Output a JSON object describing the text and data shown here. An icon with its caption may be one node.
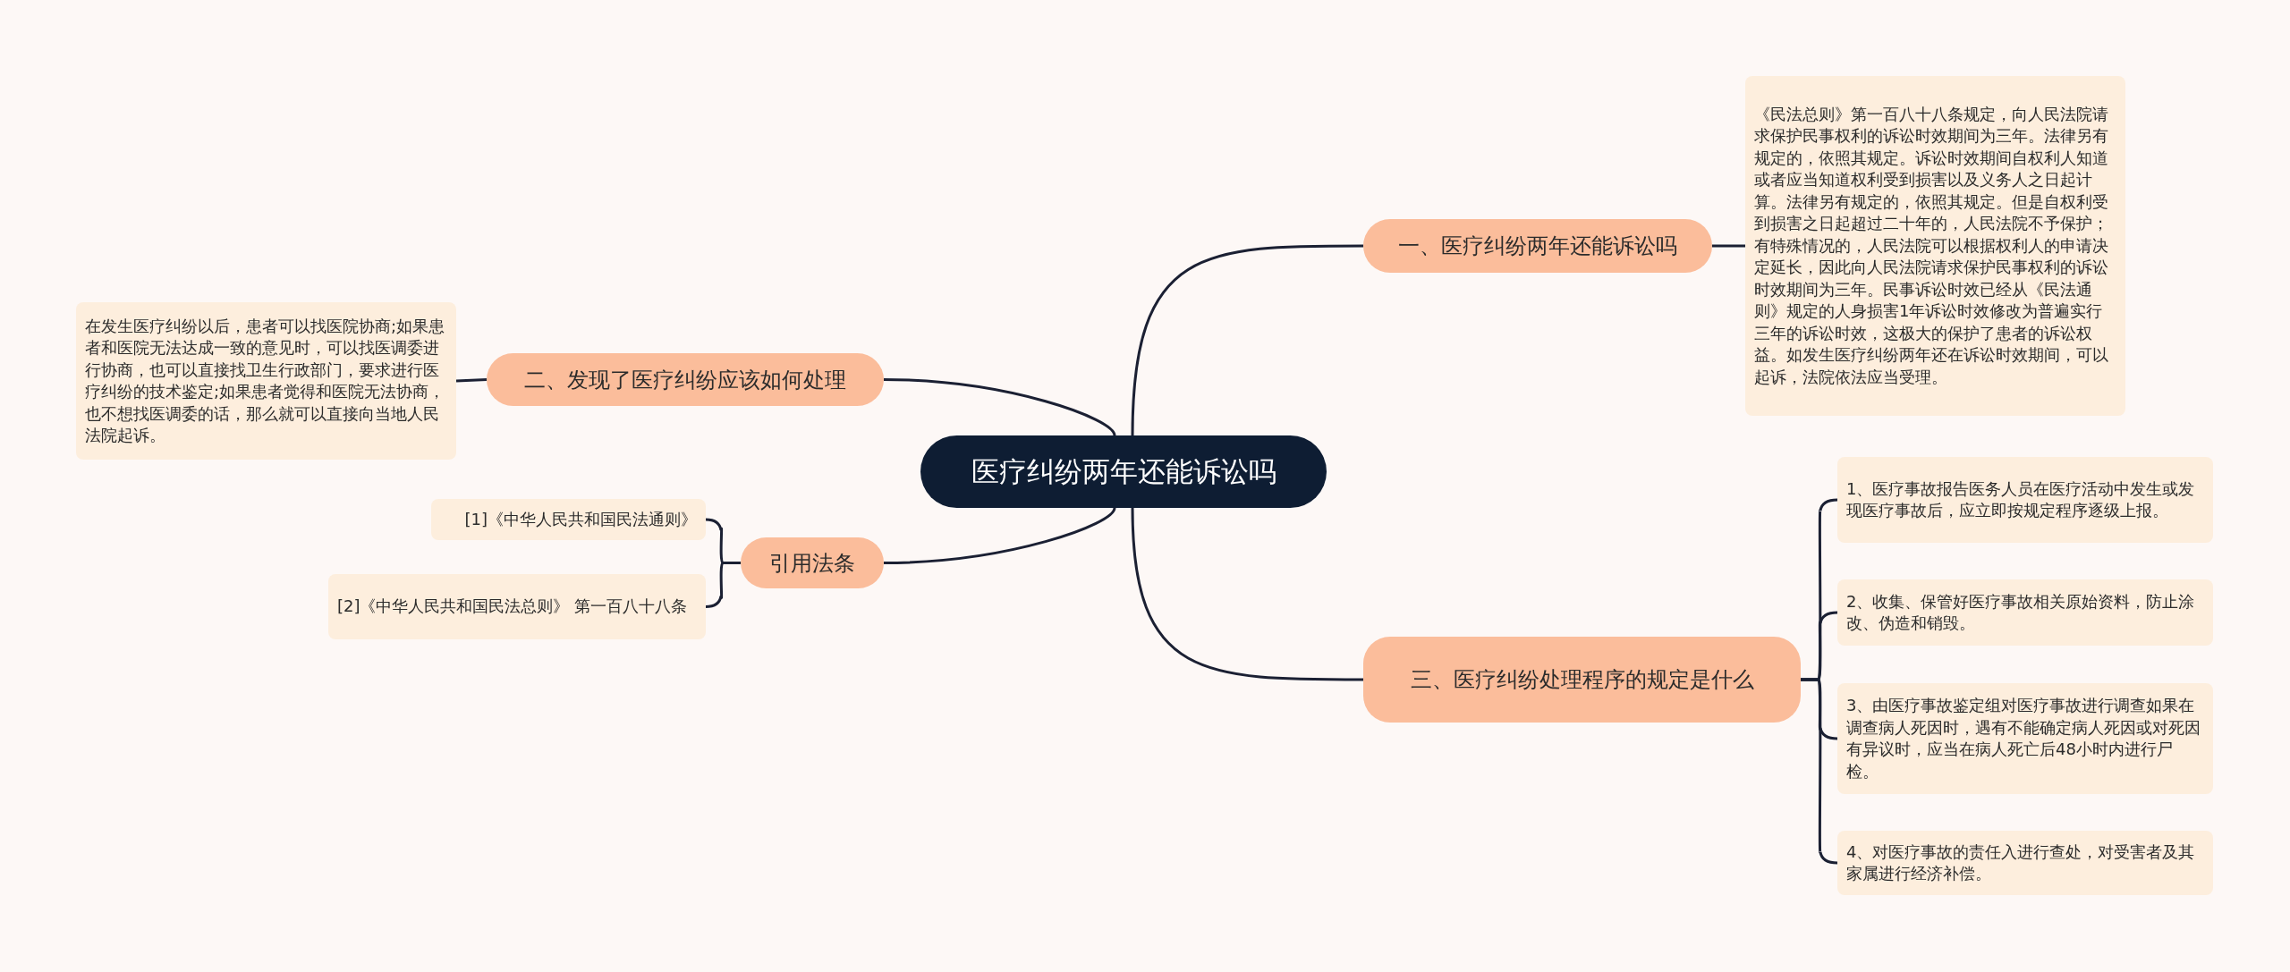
{
  "diagram": {
    "nodes": [
      {
        "text": [
          "医疗纠纷两年还能诉讼吗"
        ]
      },
      {
        "text": [
          "一、医疗纠纷两年还能诉讼吗"
        ]
      },
      {
        "text": [
          "《民法总则》第一百八十八条规定，向人民法院请求保护民事权利的诉讼时效期间为三年。法律另有规定的，依照其规定。诉讼时效期间自权利人知道或者应当知道权利受到损害以及义务人之日起计算。法律另有规定的，依照其规定。但是自权利受到损害之日起超过二十年的，人民法院不予保护；有特殊情况的，人民法院可以根据权利人的申请决定延长，因此向人民法院请求保护民事权利的诉讼时效期间为三年。民事诉讼时效已经从《民法通则》规定的人身损害1年诉讼时效修改为普遍实行三年的诉讼时效，这极大的保护了患者的诉讼权益。如发生医疗纠纷两年还在诉讼时效期间，可以起诉，法院依法应当受理。"
        ]
      },
      {
        "text": [
          "二、发现了医疗纠纷应该如何处理"
        ]
      },
      {
        "text": [
          "在发生医疗纠纷以后，患者可以找医院协商;如果患者和医院无法达成一致的意见时，可以找医调委进行协商，也可以直接找卫生行政部门，要求进行医疗纠纷的技术鉴定;如果患者觉得和医院无法协商，也不想找医调委的话，那么就可以直接向当地人民法院起诉。"
        ]
      },
      {
        "text": [
          "引用法条"
        ]
      },
      {
        "text": [
          "[1]《中华人民共和国民法通则》"
        ]
      },
      {
        "text": [
          "[2]《中华人民共和国民法总则》 第一百八十八条"
        ]
      },
      {
        "text": [
          "三、医疗纠纷处理程序的规定是什么"
        ]
      },
      {
        "text": [
          "1、医疗事故报告医务人员在医疗活动中发生或发现医疗事故后，应立即按规定程序逐级上报。"
        ]
      },
      {
        "text": [
          "2、收集、保管好医疗事故相关原始资料，防止涂改、伪造和销毁。"
        ]
      },
      {
        "text": [
          "3、由医疗事故鉴定组对医疗事故进行调查如果在调查病人死因时，遇有不能确定病人死因或对死因有异议时，应当在病人死亡后48小时内进行尸检。"
        ]
      },
      {
        "text": [
          "4、对医疗事故的责任入进行查处，对受害者及其家属进行经济补偿。"
        ]
      }
    ],
    "edges": [
      {
        "from": 0,
        "to": 1,
        "arrow": "none"
      },
      {
        "from": 1,
        "to": 2,
        "arrow": "none"
      },
      {
        "from": 0,
        "to": 3,
        "arrow": "none"
      },
      {
        "from": 3,
        "to": 4,
        "arrow": "none"
      },
      {
        "from": 0,
        "to": 5,
        "arrow": "none"
      },
      {
        "from": 5,
        "to": 6,
        "arrow": "none"
      },
      {
        "from": 5,
        "to": 7,
        "arrow": "none"
      },
      {
        "from": 0,
        "to": 8,
        "arrow": "none"
      },
      {
        "from": 8,
        "to": 9,
        "arrow": "none"
      },
      {
        "from": 8,
        "to": 10,
        "arrow": "none"
      },
      {
        "from": 8,
        "to": 11,
        "arrow": "none"
      },
      {
        "from": 8,
        "to": 12,
        "arrow": "none"
      }
    ]
  }
}
